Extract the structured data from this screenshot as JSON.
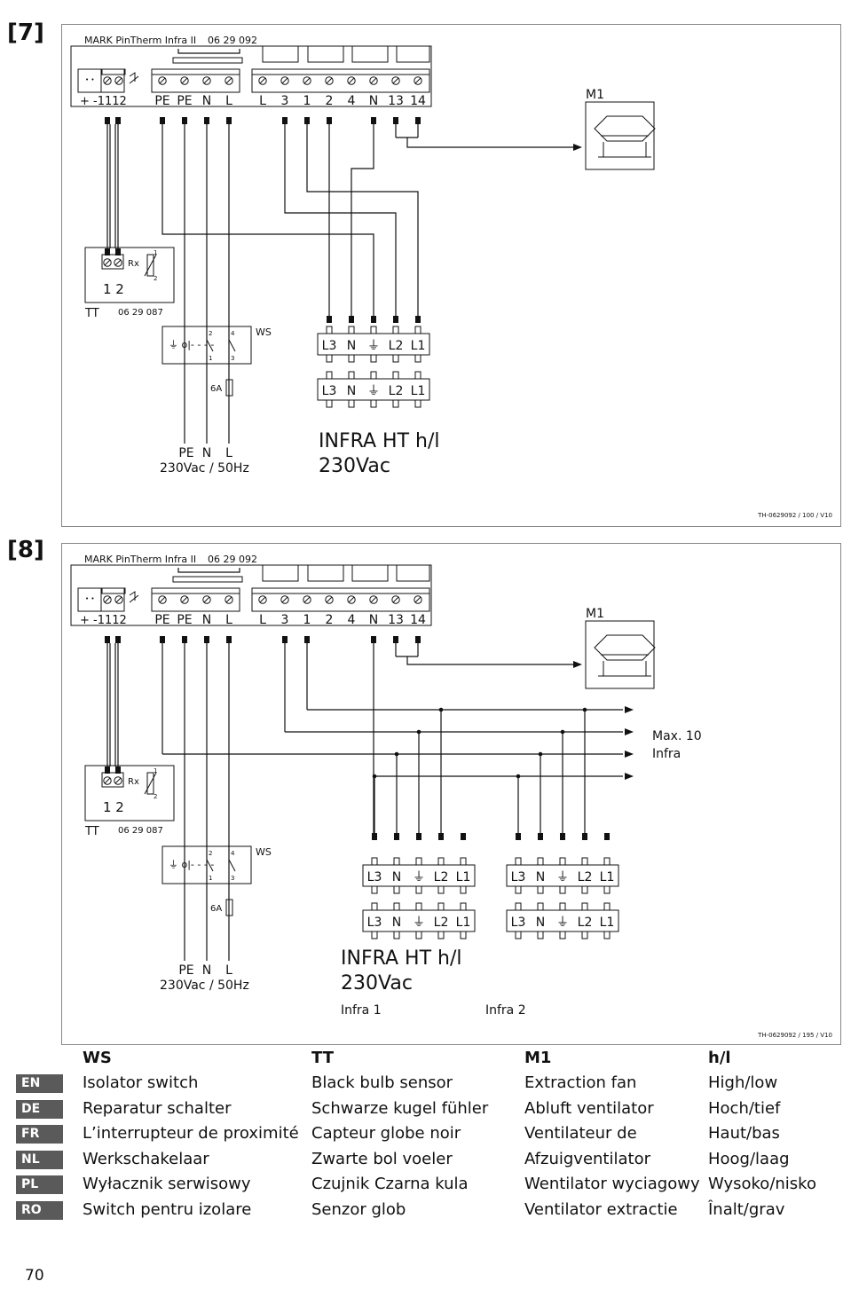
{
  "figures": [
    {
      "label": "[7]",
      "controller_title": "MARK PinTherm Infra II",
      "controller_code": "06 29 092",
      "terminals_left": [
        "+",
        "-",
        "11",
        "12"
      ],
      "terminals_mid": [
        "PE",
        "PE",
        "N",
        "L"
      ],
      "terminals_right": [
        "L",
        "3",
        "1",
        "2",
        "4",
        "N",
        "13",
        "14"
      ],
      "fan_label": "M1",
      "sensor": {
        "name": "TT",
        "code": "06 29 087",
        "rx": "Rx",
        "pins": "1 2",
        "pin1": "1",
        "pin2": "2"
      },
      "switch": {
        "name": "WS",
        "fuse": "6A",
        "c1": "1",
        "c2": "2",
        "c3": "3",
        "c4": "4"
      },
      "supply": {
        "pe": "PE",
        "n": "N",
        "l": "L",
        "voltage": "230Vac / 50Hz"
      },
      "heater_terminals": [
        "L3",
        "N",
        "⏚",
        "L2",
        "L1"
      ],
      "heater_title": "INFRA HT h/l",
      "heater_voltage": "230Vac",
      "doc_ref": "TH-0629092 / 100 / V10"
    },
    {
      "label": "[8]",
      "controller_title": "MARK PinTherm Infra II",
      "controller_code": "06 29 092",
      "terminals_left": [
        "+",
        "-",
        "11",
        "12"
      ],
      "terminals_mid": [
        "PE",
        "PE",
        "N",
        "L"
      ],
      "terminals_right": [
        "L",
        "3",
        "1",
        "2",
        "4",
        "N",
        "13",
        "14"
      ],
      "fan_label": "M1",
      "sensor": {
        "name": "TT",
        "code": "06 29 087",
        "rx": "Rx",
        "pins": "1 2",
        "pin1": "1",
        "pin2": "2"
      },
      "switch": {
        "name": "WS",
        "fuse": "6A",
        "c1": "1",
        "c2": "2",
        "c3": "3",
        "c4": "4"
      },
      "supply": {
        "pe": "PE",
        "n": "N",
        "l": "L",
        "voltage": "230Vac / 50Hz"
      },
      "heater_terminals": [
        "L3",
        "N",
        "⏚",
        "L2",
        "L1"
      ],
      "heater_title": "INFRA HT h/l",
      "heater_voltage": "230Vac",
      "max_note_1": "Max. 10",
      "max_note_2": "Infra",
      "infra1": "Infra 1",
      "infra2": "Infra 2",
      "doc_ref": "TH-0629092 / 195 / V10"
    }
  ],
  "legend": {
    "headers": [
      "WS",
      "TT",
      "M1",
      "h/l"
    ],
    "languages": [
      "EN",
      "DE",
      "FR",
      "NL",
      "PL",
      "RO"
    ],
    "rows": [
      [
        "Isolator switch",
        "Black bulb sensor",
        "Extraction fan",
        "High/low"
      ],
      [
        "Reparatur schalter",
        "Schwarze kugel fühler",
        "Abluft ventilator",
        "Hoch/tief"
      ],
      [
        "L’interrupteur de proximité",
        "Capteur globe noir",
        "Ventilateur de",
        "Haut/bas"
      ],
      [
        "Werkschakelaar",
        "Zwarte bol voeler",
        "Afzuigventilator",
        "Hoog/laag"
      ],
      [
        "Wyłacznik serwisowy",
        "Czujnik Czarna kula",
        "Wentilator wyciagowy",
        "Wysoko/nisko"
      ],
      [
        "Switch pentru izolare",
        "Senzor glob",
        "Ventilator extractie",
        "Înalt/grav"
      ]
    ]
  },
  "page_number": "70"
}
